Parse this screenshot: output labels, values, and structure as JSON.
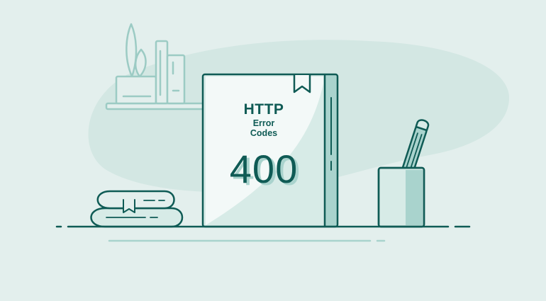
{
  "book": {
    "title": "HTTP",
    "subtitle_line1": "Error",
    "subtitle_line2": "Codes",
    "code": "400"
  },
  "colors": {
    "background": "#e3efed",
    "blob": "#d3e7e3",
    "stroke": "#0f5b55",
    "light_stroke": "#9ccbc4",
    "accent": "#a9d3cd"
  },
  "icons": [
    "plant-icon",
    "bookshelf-icon",
    "book-stack-icon",
    "pencil-cup-icon",
    "bookmark-icon"
  ]
}
